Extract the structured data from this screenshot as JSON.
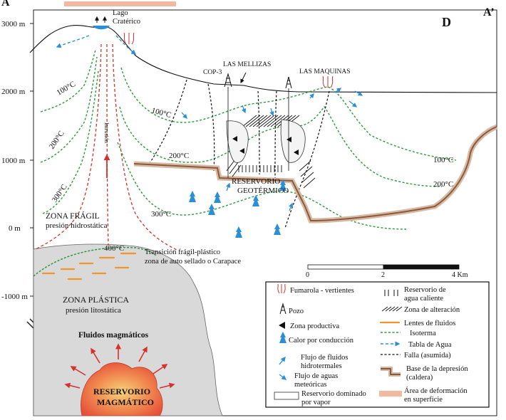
{
  "section": {
    "left_label": "A",
    "right_label": "A’",
    "panel_label": "D"
  },
  "axis": {
    "ticks": [
      "3000 m",
      "2000 m",
      "1000 m",
      "0 m",
      "-1000 m"
    ]
  },
  "features": {
    "lago": [
      "Lago",
      "Cratérico"
    ],
    "cop3": "COP-3",
    "mellizas": "LAS MELLIZAS",
    "maquinas": "LAS MAQUINAS",
    "volcanic_text": "Intrusión",
    "reservoir": [
      "RESERVORIO",
      "GEOTÉRMICO"
    ]
  },
  "isotherms": {
    "iso100_left": "100°C",
    "iso200_left": "200°C",
    "iso300_left": "300°C",
    "iso100_center": "100°C",
    "iso200_center": "200°C",
    "iso300_center": "300°C",
    "iso100_right": "100°C",
    "iso200_right": "200°C",
    "iso400": "400°C"
  },
  "zones": {
    "fragil": [
      "ZONA FRÁGIL",
      "presión hidrostática"
    ],
    "transicion": [
      "Transición frágil-plástico",
      "zona de auto sellado o Carapace"
    ],
    "plastica": [
      "ZONA PLÁSTICA",
      "presión litostática"
    ],
    "fluidos": "Fluidos magmáticos",
    "magma": [
      "RESERVORIO",
      "MAGMÁTICO"
    ]
  },
  "scale": {
    "labels": [
      "0",
      "2",
      "4 Km"
    ]
  },
  "legend": {
    "left": [
      [
        "Fumarola - vertientes"
      ],
      [
        "Pozo"
      ],
      [
        "Zona productiva"
      ],
      [
        "Calor por conducción"
      ],
      [
        "Flujo de fluidos",
        "hidrotermales"
      ],
      [
        "Flujo de aguas",
        "meteóricas"
      ],
      [
        "Reservorio dominado",
        "por vapor"
      ]
    ],
    "right": [
      [
        "Reservorio de",
        "agua caliente"
      ],
      [
        "Zona de alteración"
      ],
      [
        "Lentes de fluidos"
      ],
      [
        "Isoterma"
      ],
      [
        "Tabla de Agua"
      ],
      [
        "Falla (asumida)"
      ],
      [
        "Base de la depresión",
        "(caldera)"
      ],
      [
        "Área de deformación",
        "en superficie"
      ]
    ]
  },
  "colors": {
    "isotherm": "#2a9a3a",
    "magmatic_red": "#d6322b",
    "water_blue": "#2b8fd6",
    "caldera_brown": "#8a5a3c",
    "caldera_halo": "#d8b9a3",
    "plastic_gray": "#d9d9d9",
    "deformation": "#f2b9a0",
    "lens_orange": "#f0962a"
  }
}
